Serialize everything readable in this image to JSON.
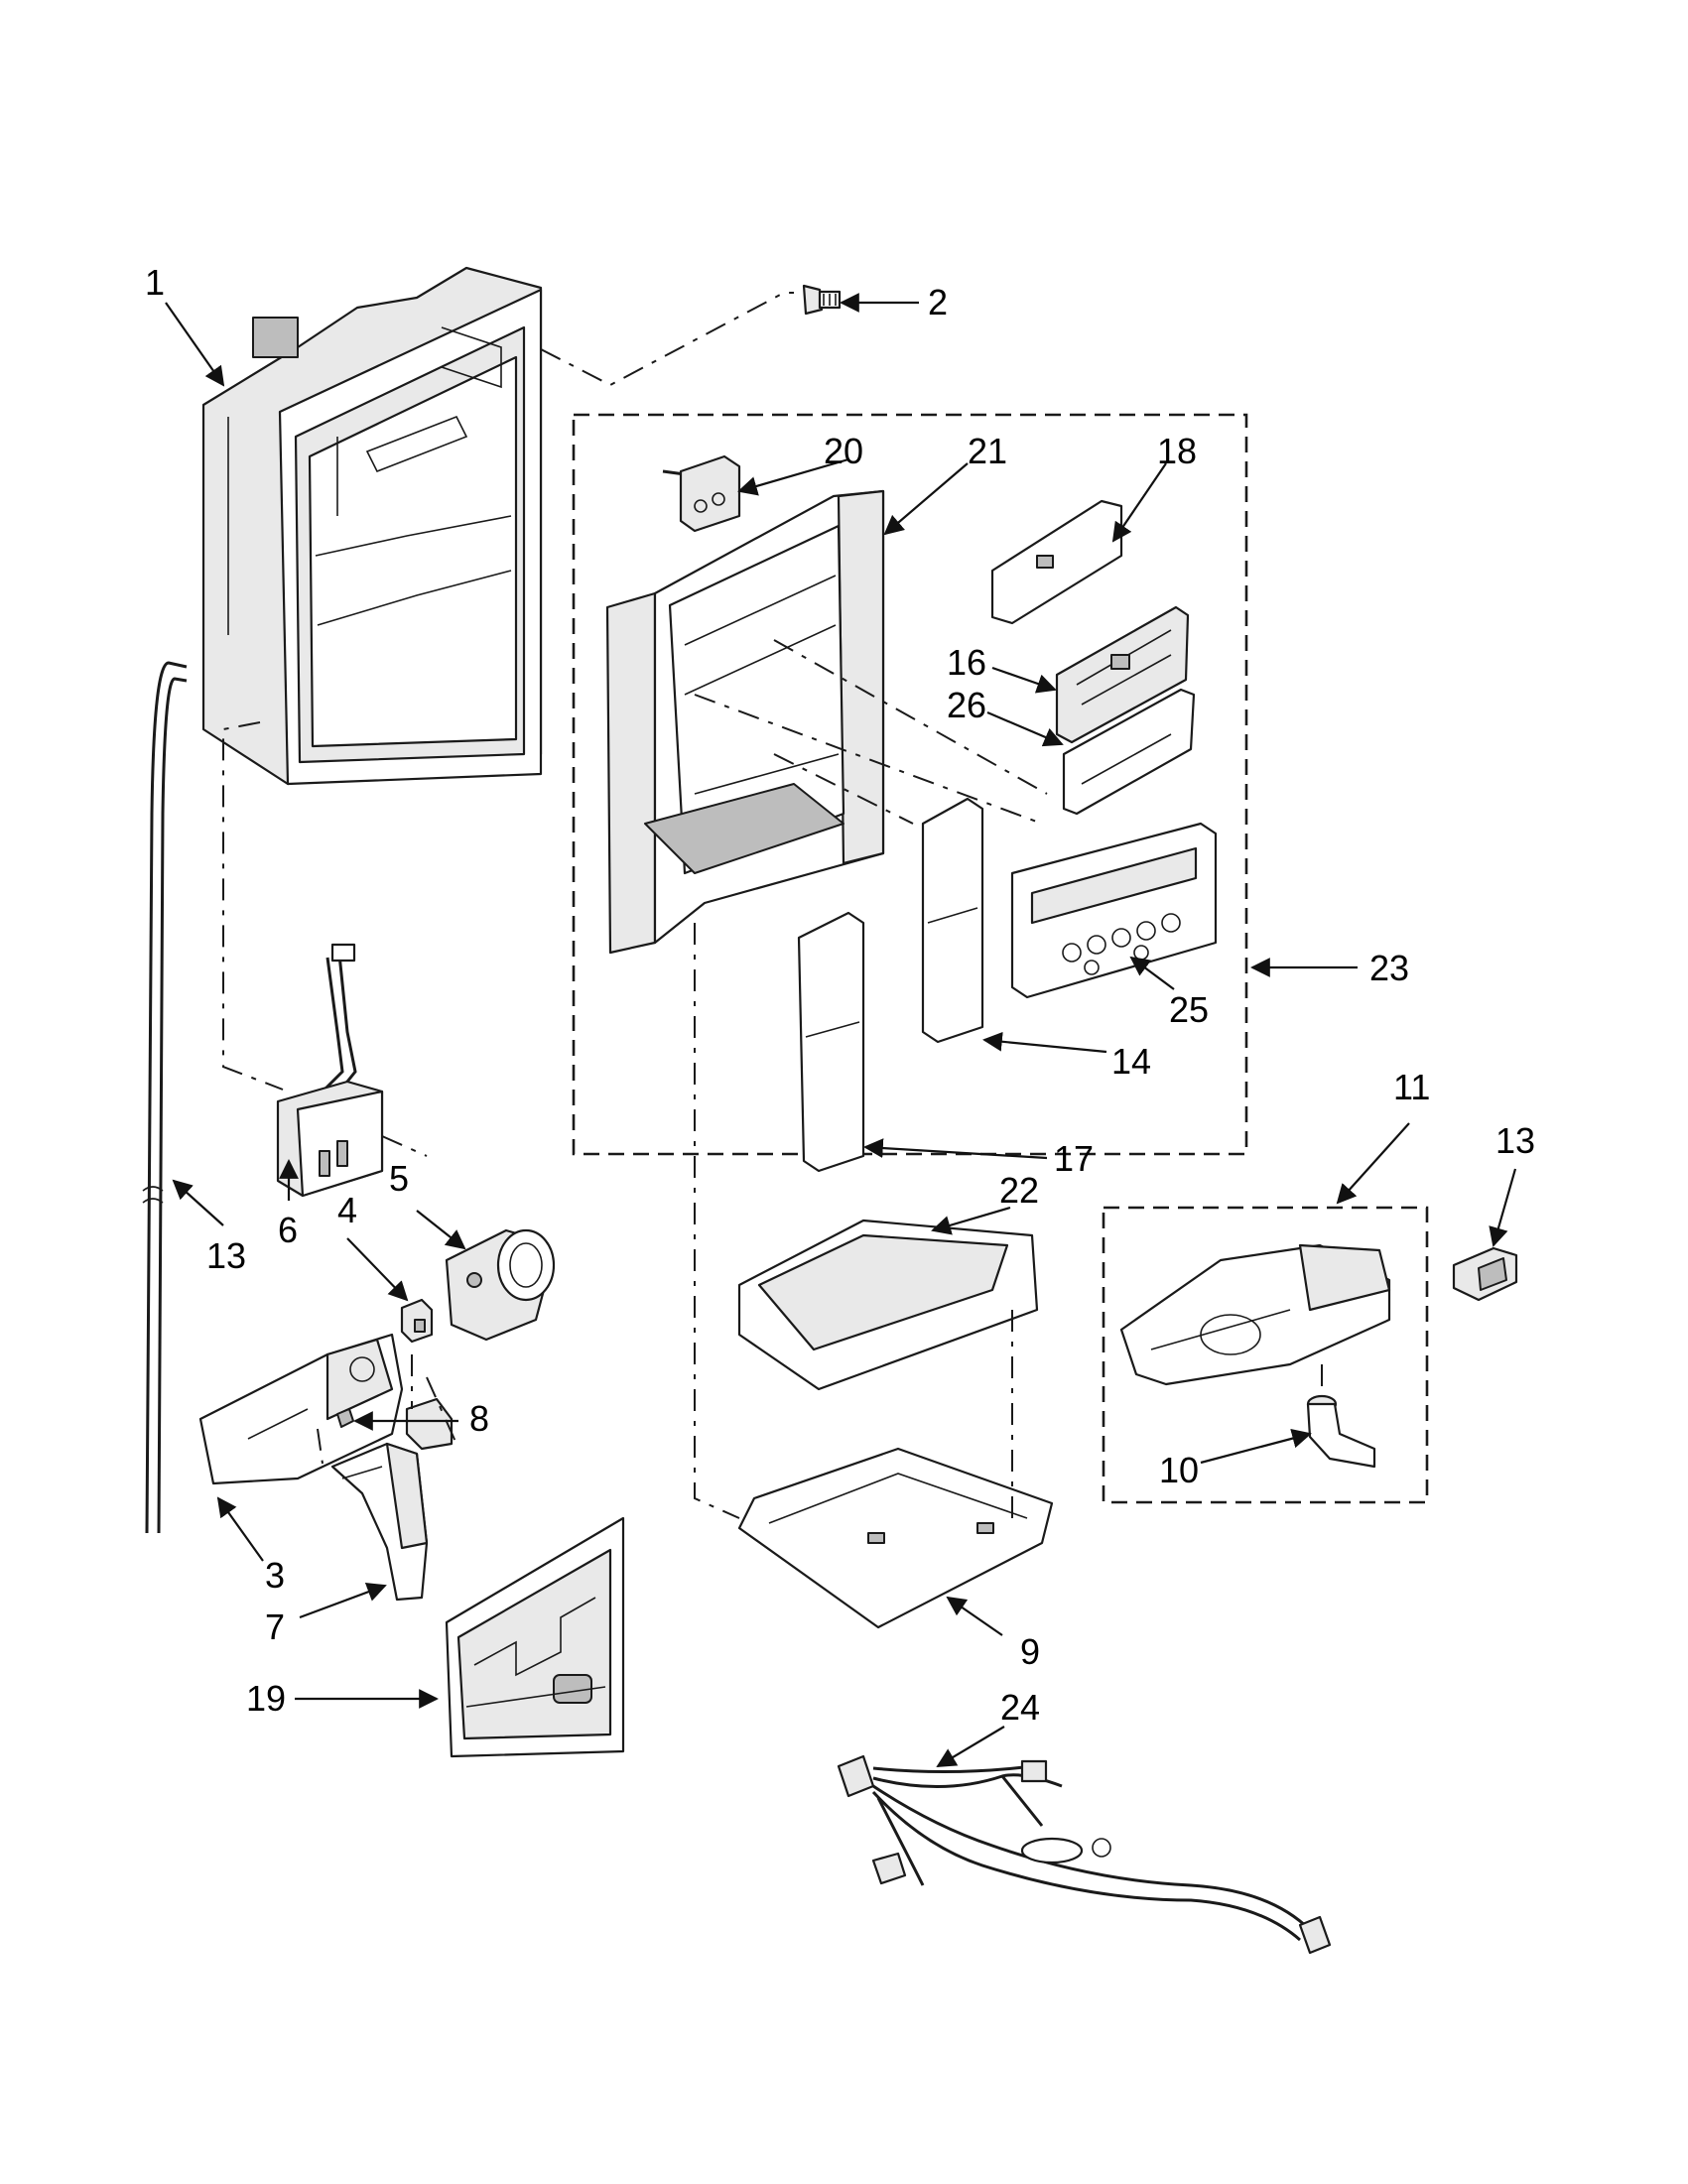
{
  "callouts": {
    "c1": "1",
    "c2": "2",
    "c3": "3",
    "c4": "4",
    "c5": "5",
    "c6": "6",
    "c7": "7",
    "c8": "8",
    "c9": "9",
    "c10": "10",
    "c11": "11",
    "c13a": "13",
    "c13b": "13",
    "c14": "14",
    "c16": "16",
    "c17": "17",
    "c18": "18",
    "c19": "19",
    "c20": "20",
    "c21": "21",
    "c22": "22",
    "c23": "23",
    "c24": "24",
    "c25": "25",
    "c26": "26"
  },
  "colors": {
    "line": "#1a1a1a",
    "background": "#ffffff"
  }
}
